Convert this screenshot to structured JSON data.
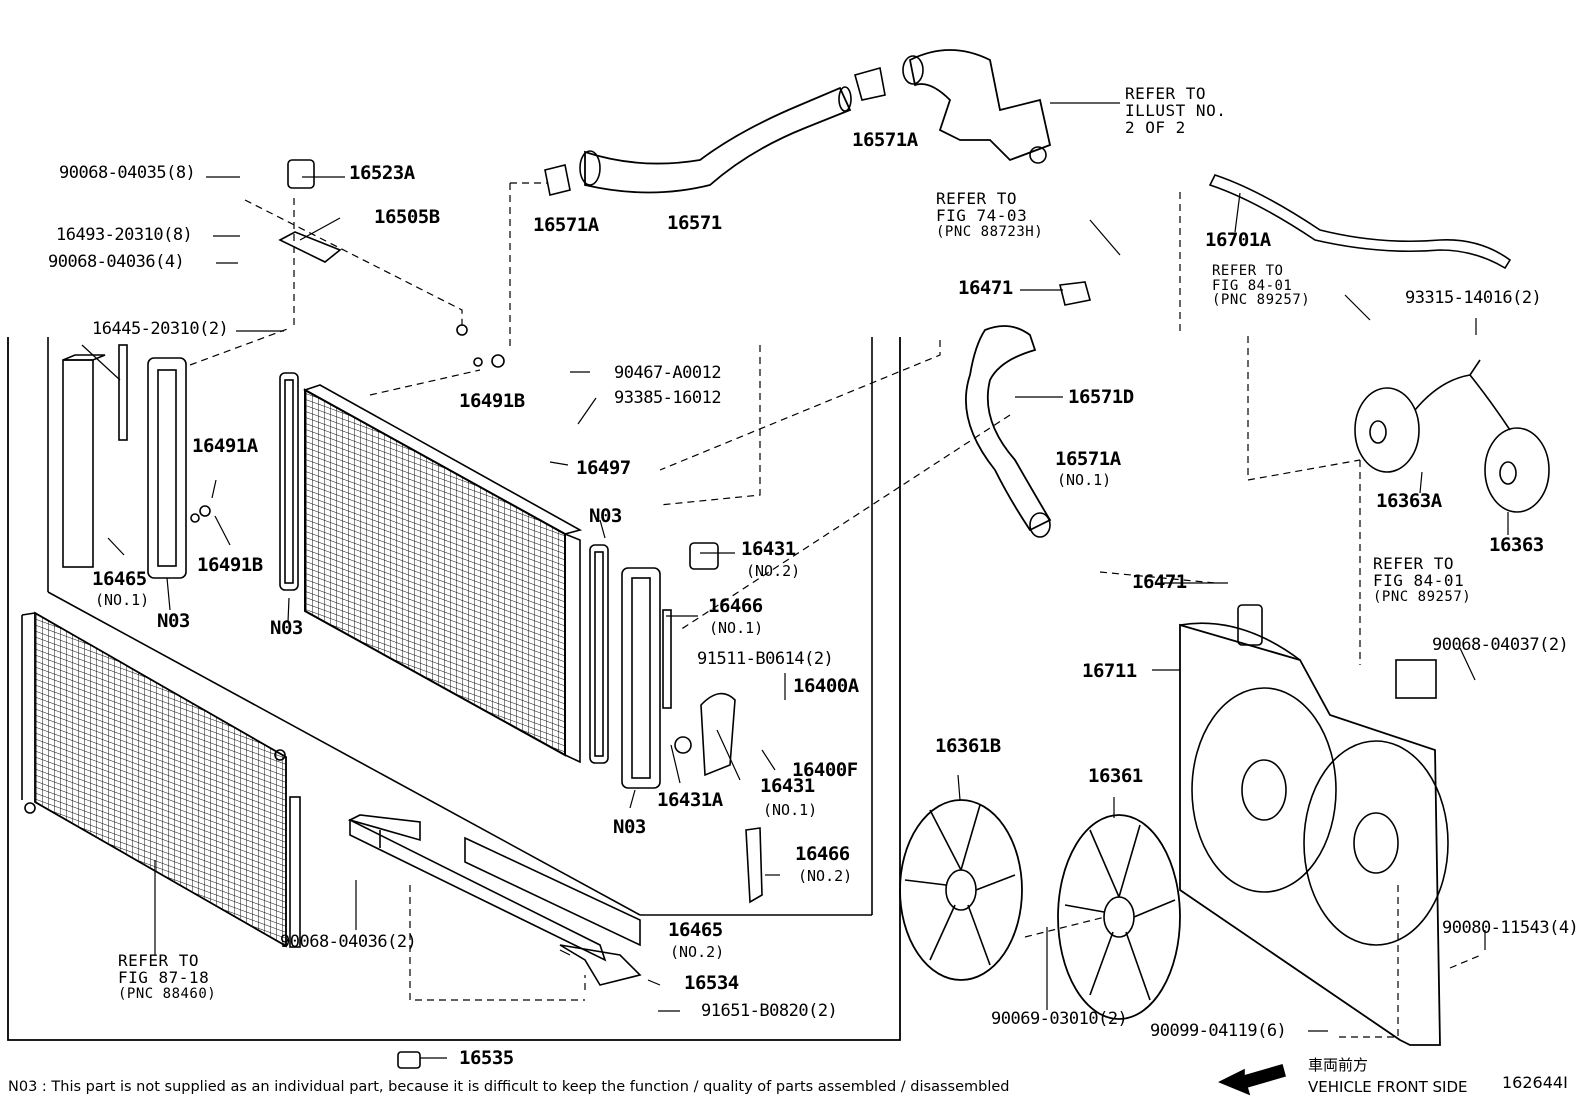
{
  "labels": {
    "p90068_04035": "90068-04035(8)",
    "p16523A": "16523A",
    "p16493_20310": "16493-20310(8)",
    "p16505B": "16505B",
    "p90068_04036_4": "90068-04036(4)",
    "p16445_20310": "16445-20310(2)",
    "p16571A_top": "16571A",
    "p16571": "16571",
    "p16571A_left": "16571A",
    "p16491B_top": "16491B",
    "p90467_A0012": "90467-A0012",
    "p93385_16012": "93385-16012",
    "p16497": "16497",
    "p16491A": "16491A",
    "p16491B_mid": "16491B",
    "p16465_1": "16465",
    "p16465_1_sub": "(NO.1)",
    "n03_a": "N03",
    "n03_b": "N03",
    "n03_c": "N03",
    "n03_d": "N03",
    "p16431_2": "16431",
    "p16431_2_sub": "(NO.2)",
    "p16466_1": "16466",
    "p16466_1_sub": "(NO.1)",
    "p91511_B0614": "91511-B0614(2)",
    "p16400A": "16400A",
    "p16400F": "16400F",
    "p16431A": "16431A",
    "p16431_1": "16431",
    "p16431_1_sub": "(NO.1)",
    "p16466_2": "16466",
    "p16466_2_sub": "(NO.2)",
    "p16465_2": "16465",
    "p16465_2_sub": "(NO.2)",
    "p16534": "16534",
    "p90068_04036_2": "90068-04036(2)",
    "p91651_B0820": "91651-B0820(2)",
    "p16535": "16535",
    "p16701A": "16701A",
    "p93315_14016": "93315-14016(2)",
    "p16471_top": "16471",
    "p16571D": "16571D",
    "p16571A_right": "16571A",
    "p16571A_right_sub": "(NO.1)",
    "p16471_mid": "16471",
    "p16363A": "16363A",
    "p16363": "16363",
    "p16711": "16711",
    "p90068_04037": "90068-04037(2)",
    "p16361B": "16361B",
    "p16361": "16361",
    "p90080_11543": "90080-11543(4)",
    "p90069_03010": "90069-03010(2)",
    "p90099_04119": "90099-04119(6)"
  },
  "refs": {
    "illust_l1": "REFER TO",
    "illust_l2": "ILLUST NO.",
    "illust_l3": "2 OF 2",
    "fig7403_l1": "REFER TO",
    "fig7403_l2": "FIG 74-03",
    "fig7403_l3": "(PNC 88723H)",
    "fig8401a_l1": "REFER TO",
    "fig8401a_l2": "FIG 84-01",
    "fig8401a_l3": "(PNC 89257)",
    "fig8401b_l1": "REFER TO",
    "fig8401b_l2": "FIG 84-01",
    "fig8401b_l3": "(PNC 89257)",
    "fig8718_l1": "REFER TO",
    "fig8718_l2": "FIG 87-18",
    "fig8718_l3": "(PNC 88460)"
  },
  "footer": {
    "note": "N03 : This part is not supplied as an individual part, because it is difficult to keep the function / quality of parts  assembled / disassembled",
    "direction_jp": "車両前方",
    "direction_en": "VEHICLE FRONT SIDE",
    "illustration_id": "162644I"
  }
}
